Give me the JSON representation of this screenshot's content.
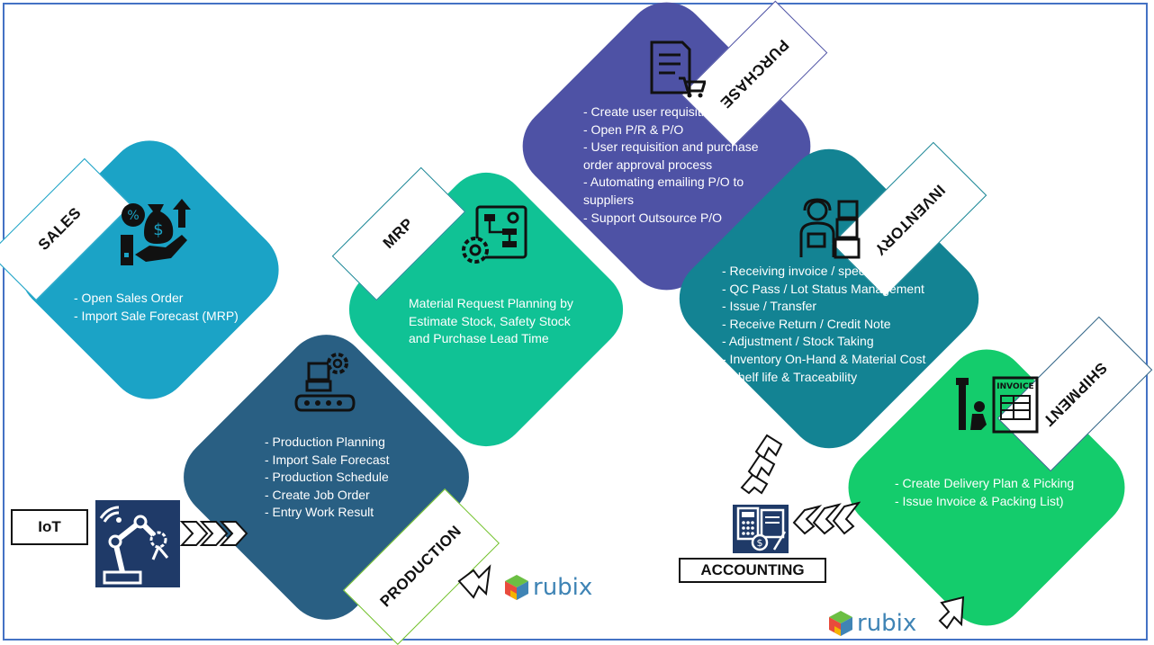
{
  "colors": {
    "sales": "#1ba3c6",
    "mrp": "#10c295",
    "production": "#295f83",
    "purchase": "#4e52a5",
    "inventory": "#138393",
    "shipment": "#14cc6c",
    "frame": "#4472c4",
    "logo_text": "#3f84b5"
  },
  "sales": {
    "title": "SALES",
    "icon": "money-bag-hand-icon",
    "lines": [
      "- Open Sales Order",
      "- Import Sale Forecast (MRP)"
    ]
  },
  "mrp": {
    "title": "MRP",
    "icon": "gear-flowchart-icon",
    "lines": [
      "Material Request Planning by",
      "Estimate Stock, Safety Stock",
      "and Purchase Lead Time"
    ]
  },
  "purchase": {
    "title": "PURCHASE",
    "icon": "document-cart-icon",
    "lines": [
      "- Create user requisition",
      "- Open P/R & P/O",
      "- User requisition and purchase",
      "order approval process",
      "- Automating emailing P/O to",
      "suppliers",
      "- Support Outsource P/O"
    ]
  },
  "inventory": {
    "title": "INVENTORY",
    "icon": "worker-boxes-icon",
    "lines": [
      "- Receiving invoice / special in",
      "- QC Pass / Lot Status Management",
      "- Issue / Transfer",
      "- Receive Return / Credit Note",
      "- Adjustment / Stock Taking",
      "- Inventory On-Hand & Material Cost",
      "- Shelf life & Traceability"
    ]
  },
  "production": {
    "title": "PRODUCTION",
    "icon": "conveyor-gear-icon",
    "lines": [
      "- Production Planning",
      "- Import Sale Forecast",
      "- Production Schedule",
      "- Create Job Order",
      "- Entry Work Result"
    ]
  },
  "shipment": {
    "title": "SHIPMENT",
    "icon": "delivery-invoice-icon",
    "invoice_word": "INVOICE",
    "lines": [
      "- Create Delivery Plan & Picking",
      "- Issue Invoice & Packing List)"
    ]
  },
  "iot": {
    "label": "IoT",
    "icon": "robot-arm-icon"
  },
  "accounting": {
    "label": "ACCOUNTING",
    "icon": "calculator-invoice-icon"
  },
  "logo": {
    "text": "rubix",
    "icon": "rubix-cube-icon"
  }
}
